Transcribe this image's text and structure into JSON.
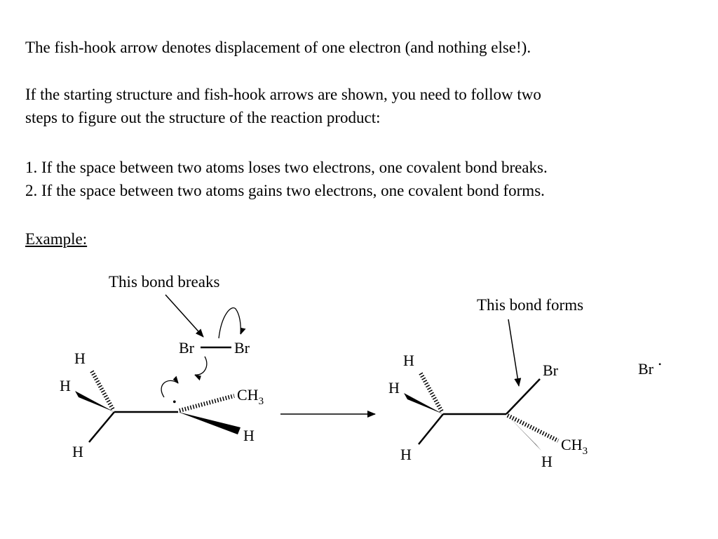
{
  "text": {
    "line1": "The fish-hook arrow denotes displacement of one electron (and nothing else!).",
    "line2a": "If the starting structure and fish-hook arrows are shown, you need to follow two",
    "line2b": "steps to figure out the structure of the reaction product:",
    "rule1": "1. If the space between two atoms loses two electrons, one covalent bond breaks.",
    "rule2": "2. If the space between two atoms gains two electrons, one covalent bond forms.",
    "example": "Example:"
  },
  "diagram": {
    "label_breaks": "This bond breaks",
    "label_forms": "This bond forms",
    "atoms": {
      "br": "Br",
      "h": "H",
      "ch": "CH",
      "sub3": "3",
      "radical_dot": "•"
    }
  }
}
